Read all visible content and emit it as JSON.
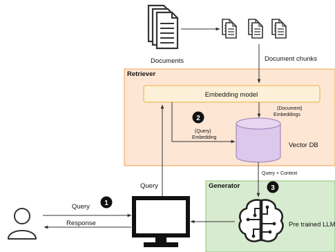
{
  "labels": {
    "documents": "Documents",
    "document_chunks": "Document chunks",
    "retriever": "Retriever",
    "embedding_model": "Embedding model",
    "document_embeddings_line1": "(Document)",
    "document_embeddings_line2": "Embeddings",
    "query_embedding_line1": "(Query)",
    "query_embedding_line2": "Embedding",
    "vector_db": "Vector DB",
    "query_context": "Query + Context",
    "generator": "Generator",
    "query_up": "Query",
    "query_in": "Query",
    "response": "Response",
    "llm": "Pre trained LLM"
  },
  "steps": [
    "1",
    "2",
    "3"
  ],
  "colors": {
    "retriever_fill": "#fde6d4",
    "retriever_border": "#f0a050",
    "generator_fill": "#d7ebd0",
    "generator_border": "#88c070",
    "embedding_box_fill": "#fdf0d8",
    "embedding_box_border": "#e8b040",
    "database_fill": "#dcc8ea",
    "database_border": "#9a78b6",
    "lines": "#333333"
  },
  "icons": [
    "document-stack-icon",
    "document-chunk-icon",
    "database-icon",
    "user-icon",
    "monitor-icon",
    "brain-circuit-icon"
  ]
}
